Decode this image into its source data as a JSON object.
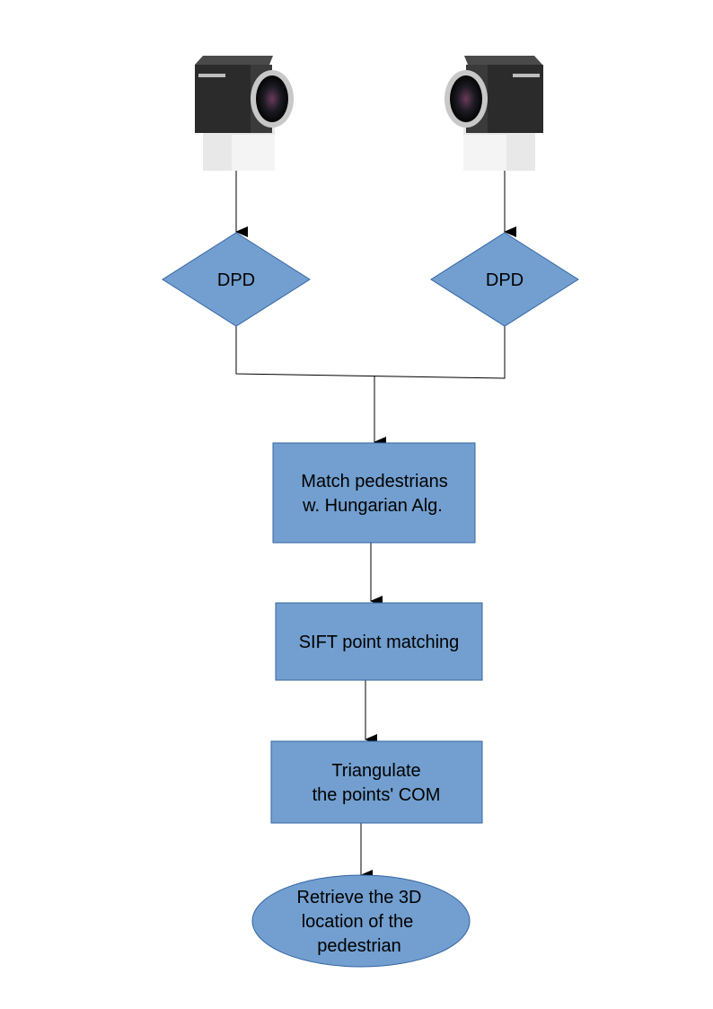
{
  "colors": {
    "node_fill": "#729fcf",
    "node_stroke": "#3465a4",
    "connector": "#000000",
    "camera_body": "#2b2b2b",
    "camera_mount": "#e6e6e6"
  },
  "icons": {
    "left_camera": "camera-icon",
    "right_camera": "camera-icon"
  },
  "nodes": {
    "dpd_left": "DPD",
    "dpd_right": "DPD",
    "match": [
      "Match pedestrians",
      "w. Hungarian Alg."
    ],
    "sift": "SIFT point matching",
    "triangulate": [
      "Triangulate",
      "the points' COM"
    ],
    "retrieve": [
      "Retrieve the 3D",
      "location of the",
      "pedestrian"
    ]
  }
}
